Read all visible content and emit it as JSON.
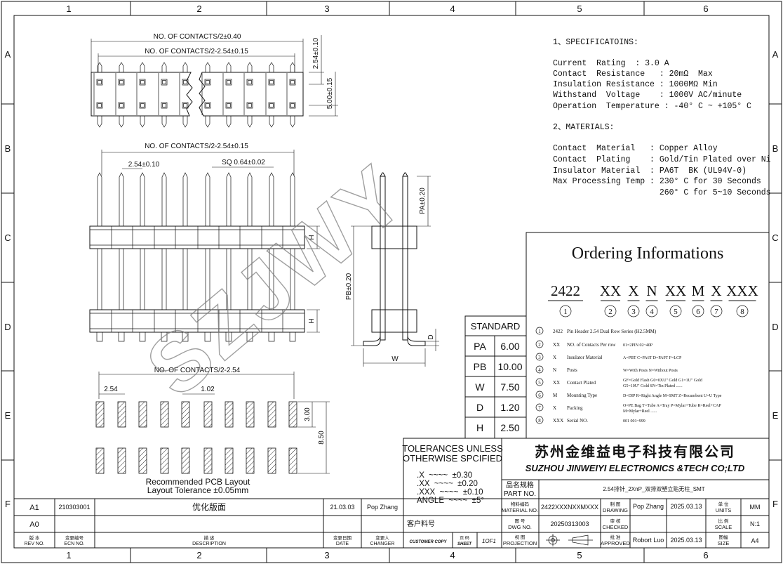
{
  "border": {
    "columns": [
      "1",
      "2",
      "3",
      "4",
      "5",
      "6"
    ],
    "rows": [
      "A",
      "B",
      "C",
      "D",
      "E",
      "F"
    ]
  },
  "watermark": "SZJWY",
  "top_view": {
    "dim_outer": "NO. OF CONTACTS/2±0.40",
    "dim_pitch": "NO. OF CONTACTS/2-2.54±0.15",
    "dim_row_pitch": "2.54±0.10",
    "dim_width": "5.00±0.15"
  },
  "front_view": {
    "dim_total": "NO. OF CONTACTS/2-2.54±0.15",
    "dim_pitch": "2.54±0.10",
    "dim_square": "SQ 0.64±0.02",
    "label_h": "H"
  },
  "side_view": {
    "dim_pa": "PA±0.20",
    "dim_pb": "PB±0.20",
    "label_w": "W",
    "label_d": "D"
  },
  "pcb_layout": {
    "dim_total": "NO. OF CONTACTS/2-2.54",
    "dim_pitch": "2.54",
    "dim_pad": "1.02",
    "dim_pad_len": "3.00",
    "dim_span": "8.50",
    "caption_1": "Recommended PCB Layout",
    "caption_2": "Layout Tolerance ±0.05mm"
  },
  "specifications": {
    "heading": "1、SPECIFICATOINS:",
    "lines": [
      "Current  Rating  : 3.0 A",
      "Contact  Resistance   : 20mΩ  Max",
      "Insulation Resistance : 1000MΩ Min",
      "Withstand  Voltage    : 1000V AC/minute",
      "Operation  Temperature : -40° C ~ +105° C"
    ]
  },
  "materials": {
    "heading": "2、MATERIALS:",
    "lines": [
      "Contact  Material   : Copper Alloy",
      "Contact  Plating    : Gold/Tin Plated over Ni",
      "Insulator Material  : PA6T  BK (UL94V-0)",
      "Max Processing Temp : 230° C for 30 Seconds",
      "                      260° C for 5~10 Seconds"
    ]
  },
  "ordering": {
    "title": "Ordering Informations",
    "code_parts": [
      "2422",
      "XX",
      "X",
      "N",
      "XX",
      "M",
      "X",
      "XXX"
    ],
    "circled": [
      "①",
      "②",
      "③",
      "④",
      "⑤",
      "⑥",
      "⑦",
      "⑧"
    ],
    "items": [
      {
        "num": "①",
        "code": "2422",
        "desc": "Pin  Header 2.54  Dual Row Series  (H2.5MM)",
        "opts": ""
      },
      {
        "num": "②",
        "code": "XX",
        "desc": "NO. of Contacts  Per  row",
        "opts": "01=2PIN  02~40P"
      },
      {
        "num": "③",
        "code": "X",
        "desc": "Insulator Material",
        "opts": "A=PBT C=PA6T  D=PA9T  F=LCP"
      },
      {
        "num": "④",
        "code": "N",
        "desc": "Posts",
        "opts": "W=With Posts  N=Without Posts"
      },
      {
        "num": "⑤",
        "code": "XX",
        "desc": "Contact Plated",
        "opts": "GF=Gold Flash  G0=0XU\" Gold  G1=1U\" Gold\nG5=10U\" Gold      SN=Tin Plated ......"
      },
      {
        "num": "⑥",
        "code": "M",
        "desc": "Mounting Type",
        "opts": "D=DIP  R=Right Angle  M=SMT  Z=Recumbent  U=U Type"
      },
      {
        "num": "⑦",
        "code": "X",
        "desc": "Packing",
        "opts": "O=PE Bag  T=Tube A=Tray  P=Mylar+Tube R=Reel+CAP\nM=Mylar+Reel  ......"
      },
      {
        "num": "⑧",
        "code": "XXX",
        "desc": "Serial NO.",
        "opts": "001    001~999"
      }
    ]
  },
  "standard": {
    "heading": "STANDARD",
    "rows": [
      {
        "k": "PA",
        "v": "6.00"
      },
      {
        "k": "PB",
        "v": "10.00"
      },
      {
        "k": "W",
        "v": "7.50"
      },
      {
        "k": "D",
        "v": "1.20"
      },
      {
        "k": "H",
        "v": "2.50"
      }
    ]
  },
  "tolerances": {
    "heading_1": "TOLERANCES UNLESS",
    "heading_2": "OTHERWISE SPCIFIED",
    "lines": [
      ".X  ~~~~  ±0.30",
      ".XX  ~~~~  ±0.20",
      ".XXX  ~~~~  ±0.10",
      "ANGLE  ~~~~  ±5°"
    ]
  },
  "company": {
    "cn": "苏州金维益电子科技有限公司",
    "en": "SUZHOU JINWEIYI ELECTRONICS &TECH CO;LTD"
  },
  "title_block": {
    "part_no_cn": "品名规格",
    "part_no_en": "PART NO.",
    "part_desc": "2.54排针_2XnP_双排双塑立贴无柱_SMT",
    "material_cn": "物料编码",
    "material_en": "MATERIAL NO.",
    "material_no": "2422XXXNXXMXXX",
    "drawing_cn": "制 图",
    "drawing_en": "DRAWING",
    "drawing_name": "Pop Zhang",
    "drawing_date": "2025.03.13",
    "units_cn": "单 位",
    "units_en": "UNITS",
    "units_val": "MM",
    "customer_no": "客户料号",
    "dwg_cn": "图 号",
    "dwg_en": "DWG NO.",
    "dwg_no": "20250313003",
    "checked_cn": "审 核",
    "checked_en": "CHECKED",
    "scale_cn": "比 例",
    "scale_en": "SCALE",
    "scale_val": "N:1",
    "customer_copy": "CUSTOMER COPY",
    "sheet_cn": "页 码",
    "sheet_en": "SHEET",
    "sheet_val": "1OF1",
    "proj_cn": "视 图",
    "proj_en": "PROJECTION",
    "approved_cn": "批 准",
    "approved_en": "APPROVED",
    "approved_name": "Robort Luo",
    "approved_date": "2025.03.13",
    "size_cn": "图幅",
    "size_en": "SIZE",
    "size_val": "A4"
  },
  "revisions": {
    "rows": [
      {
        "rev": "A1",
        "ecn": "210303001",
        "desc": "优化版面",
        "date": "21.03.03",
        "changer": "Pop Zhang"
      },
      {
        "rev": "A0",
        "ecn": "",
        "desc": "",
        "date": "",
        "changer": ""
      }
    ],
    "hdr_rev_cn": "版 本",
    "hdr_rev_en": "REV NO.",
    "hdr_ecn_cn": "变更编号",
    "hdr_ecn_en": "ECN  NO.",
    "hdr_desc_cn": "描 述",
    "hdr_desc_en": "DESCRIPTION",
    "hdr_date_cn": "变更日期",
    "hdr_date_en": "DATE",
    "hdr_changer_cn": "变更人",
    "hdr_changer_en": "CHANGER"
  }
}
